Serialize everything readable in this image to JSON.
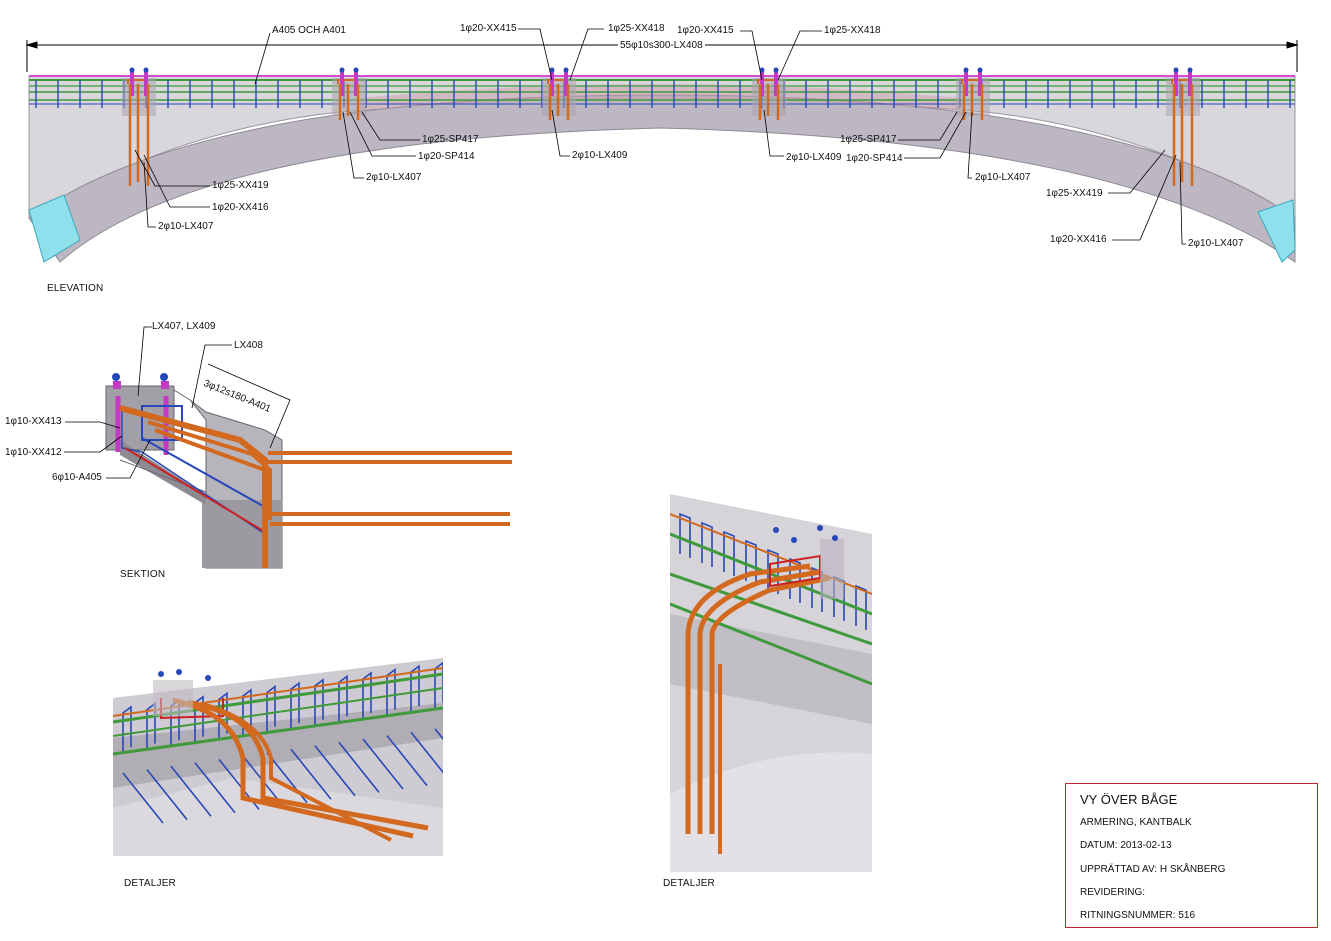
{
  "elevation": {
    "caption": "ELEVATION",
    "dimension": "55φ10s300-LX408",
    "labels": {
      "a405_och_a401": "A405 OCH A401",
      "xx415_left": "1φ20-XX415",
      "xx418_left": "1φ25-XX418",
      "xx415_right": "1φ20-XX415",
      "xx418_right": "1φ25-XX418",
      "sp417_left": "1φ25-SP417",
      "sp414_left": "1φ20-SP414",
      "lx407_left_mid": "2φ10-LX407",
      "lx409_left": "2φ10-LX409",
      "lx409_right": "2φ10-LX409",
      "sp417_right": "1φ25-SP417",
      "sp414_right": "1φ20-SP414",
      "lx407_right_mid": "2φ10-LX407",
      "xx419_left": "1φ25-XX419",
      "xx416_left": "1φ20-XX416",
      "lx407_left_end": "2φ10-LX407",
      "xx419_right": "1φ25-XX419",
      "xx416_right": "1φ20-XX416",
      "lx407_right_end": "2φ10-LX407"
    }
  },
  "section": {
    "caption": "SEKTION",
    "labels": {
      "lx407_lx409": "LX407, LX409",
      "lx408": "LX408",
      "a401": "3φ12s180-A401",
      "xx413": "1φ10-XX413",
      "xx412": "1φ10-XX412",
      "a405": "6φ10-A405"
    }
  },
  "details": {
    "caption_left": "DETALJER",
    "caption_right": "DETALJER"
  },
  "title_block": {
    "title": "VY ÖVER BÅGE",
    "subtitle": "ARMERING, KANTBALK",
    "datum": "DATUM: 2013-02-13",
    "upprattad": "UPPRÄTTAD AV: H SKÅNBERG",
    "revidering": "REVIDERING:",
    "ritningsnummer": "RITNINGSNUMMER: 516"
  },
  "colors": {
    "rebar_orange": "#d2691e",
    "rebar_blue": "#2748b8",
    "rebar_green": "#3e9a3a",
    "rebar_red": "#cc2222",
    "rebar_magenta": "#c43ac4",
    "concrete": "#c8c4cc",
    "support": "#8fe0ec",
    "titleblock_border": "#c0282d"
  }
}
